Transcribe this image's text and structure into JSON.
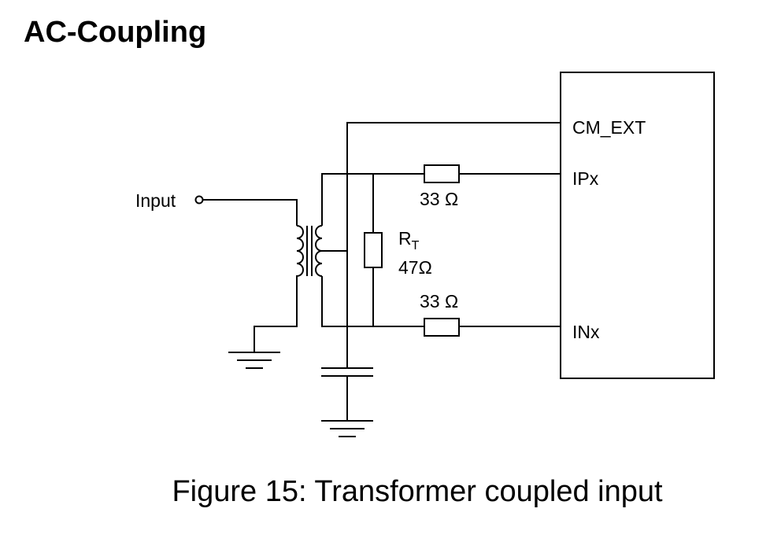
{
  "title": "AC-Coupling",
  "caption": "Figure 15: Transformer coupled input",
  "diagram": {
    "input_label": "Input",
    "pins": {
      "cm_ext": "CM_EXT",
      "ipx": "IPx",
      "inx": "INx"
    },
    "r_top_value": "33 Ω",
    "r_bottom_value": "33 Ω",
    "rt_name": "R",
    "rt_subscript": "T",
    "rt_value": "47Ω"
  }
}
